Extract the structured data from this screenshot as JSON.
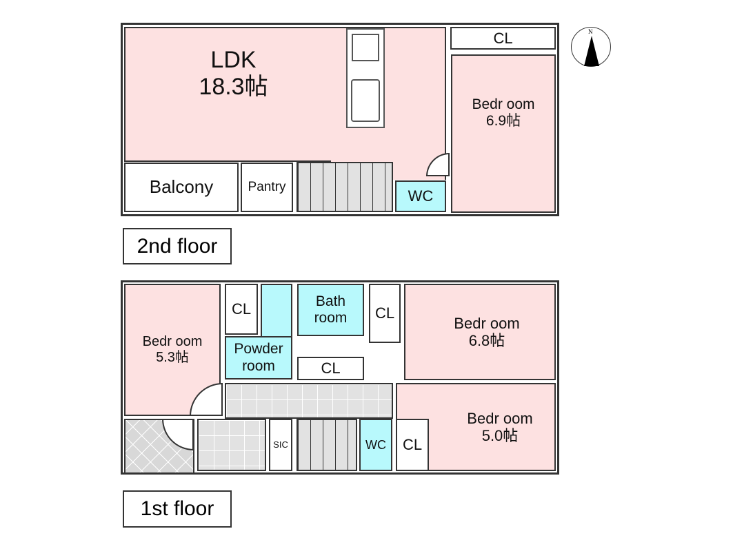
{
  "second_floor": {
    "label": "2nd floor",
    "rooms": {
      "ldk": {
        "name": "LDK",
        "size": "18.3帖"
      },
      "bedroom": {
        "name": "Bedr oom",
        "size": "6.9帖"
      },
      "closet": "CL",
      "balcony": "Balcony",
      "pantry": "Pantry",
      "wc": "WC"
    }
  },
  "first_floor": {
    "label": "1st floor",
    "rooms": {
      "bedroom_west": {
        "name": "Bedr oom",
        "size": "5.3帖"
      },
      "bedroom_east": {
        "name": "Bedr oom",
        "size": "6.8帖"
      },
      "bedroom_south": {
        "name": "Bedr oom",
        "size": "5.0帖"
      },
      "closet_1": "CL",
      "closet_2": "CL",
      "closet_3": "CL",
      "closet_4": "CL",
      "powder_room": {
        "line1": "Powder",
        "line2": "room"
      },
      "bath_room": {
        "line1": "Bath",
        "line2": "room"
      },
      "sic": "SIC",
      "wc": "WC"
    }
  },
  "compass": {
    "north": "N"
  },
  "colors": {
    "living": "#fde1e1",
    "water": "#b8f9fc",
    "hall": "#e2e2e2"
  }
}
